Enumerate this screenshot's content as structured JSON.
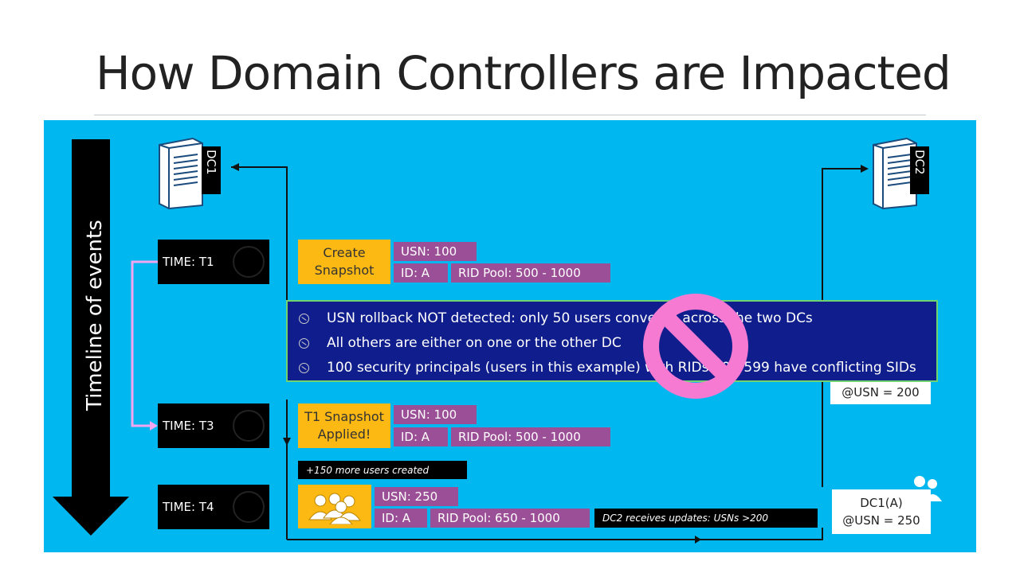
{
  "title": "How Domain Controllers are Impacted",
  "timeline_label": "Timeline of events",
  "dc1_label": "DC1",
  "dc2_label": "DC2",
  "t1": {
    "time": "TIME: T1",
    "action": "Create Snapshot",
    "usn": "USN: 100",
    "id": "ID: A",
    "rid": "RID Pool: 500 - 1000"
  },
  "t3": {
    "time": "TIME: T3",
    "action": "T1 Snapshot Applied!",
    "usn": "USN: 100",
    "id": "ID: A",
    "rid": "RID Pool: 500 - 1000",
    "note": "+150 more users created"
  },
  "t4": {
    "time": "TIME: T4",
    "usn": "USN: 250",
    "id": "ID: A",
    "rid": "RID Pool: 650 - 1000",
    "note": "DC2 receives updates: USNs >200"
  },
  "dc2_usn_200": "@USN = 200",
  "dc2_status": {
    "line1": "DC1(A)",
    "line2": "@USN = 250"
  },
  "callout": {
    "items": [
      "USN rollback NOT detected: only 50 users converge across the two DCs",
      "All others are either on one or the other DC",
      "100 security principals (users in this example) with RIDs 500-599 have conflicting SIDs"
    ]
  },
  "colors": {
    "panel": "#00b8ef",
    "orange": "#fcb813",
    "purple": "#9b4f96",
    "callout": "#0f1e8c",
    "prohibit": "#f77ad2"
  }
}
